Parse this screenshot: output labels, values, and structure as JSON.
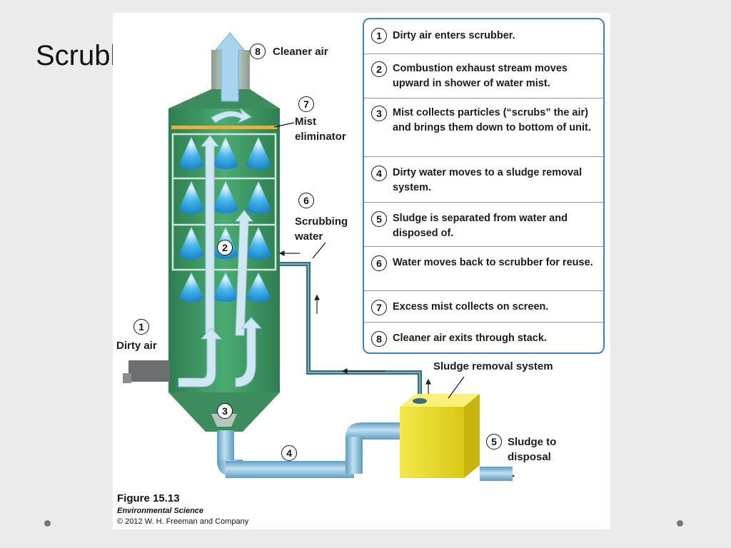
{
  "slide": {
    "title": "Scrubber"
  },
  "steps": [
    {
      "num": "1",
      "text": "Dirty air enters scrubber."
    },
    {
      "num": "2",
      "text": "Combustion exhaust stream moves upward in shower of water mist."
    },
    {
      "num": "3",
      "text": "Mist collects particles (“scrubs” the air) and brings them down to bottom of unit."
    },
    {
      "num": "4",
      "text": "Dirty water moves to a sludge removal system."
    },
    {
      "num": "5",
      "text": "Sludge is separated from water and disposed of."
    },
    {
      "num": "6",
      "text": "Water moves back to scrubber for reuse."
    },
    {
      "num": "7",
      "text": "Excess mist collects on screen."
    },
    {
      "num": "8",
      "text": "Cleaner air exits through stack."
    }
  ],
  "labels": {
    "cleaner_air": {
      "num": "8",
      "text": "Cleaner air"
    },
    "mist_eliminator": {
      "num": "7",
      "text": "Mist eliminator"
    },
    "scrubbing_water": {
      "num": "6",
      "text": "Scrubbing water"
    },
    "dirty_air": {
      "num": "1",
      "text": "Dirty air"
    },
    "sludge_removal": {
      "text": "Sludge removal system"
    },
    "sludge_disposal": {
      "num": "5",
      "text": "Sludge to disposal"
    },
    "exhaust_marker": {
      "num": "2"
    },
    "bottom_marker": {
      "num": "3"
    },
    "pipe_marker": {
      "num": "4"
    }
  },
  "caption": {
    "figure": "Figure 15.13",
    "book": "Environmental Science",
    "copyright": "© 2012 W. H. Freeman and Company"
  },
  "colors": {
    "tower": "#3f9a66",
    "pipe": "#7fb7d6",
    "sludge_box": "#efe224",
    "spray": "#3aa9e6",
    "box_border": "#3f82c2"
  }
}
